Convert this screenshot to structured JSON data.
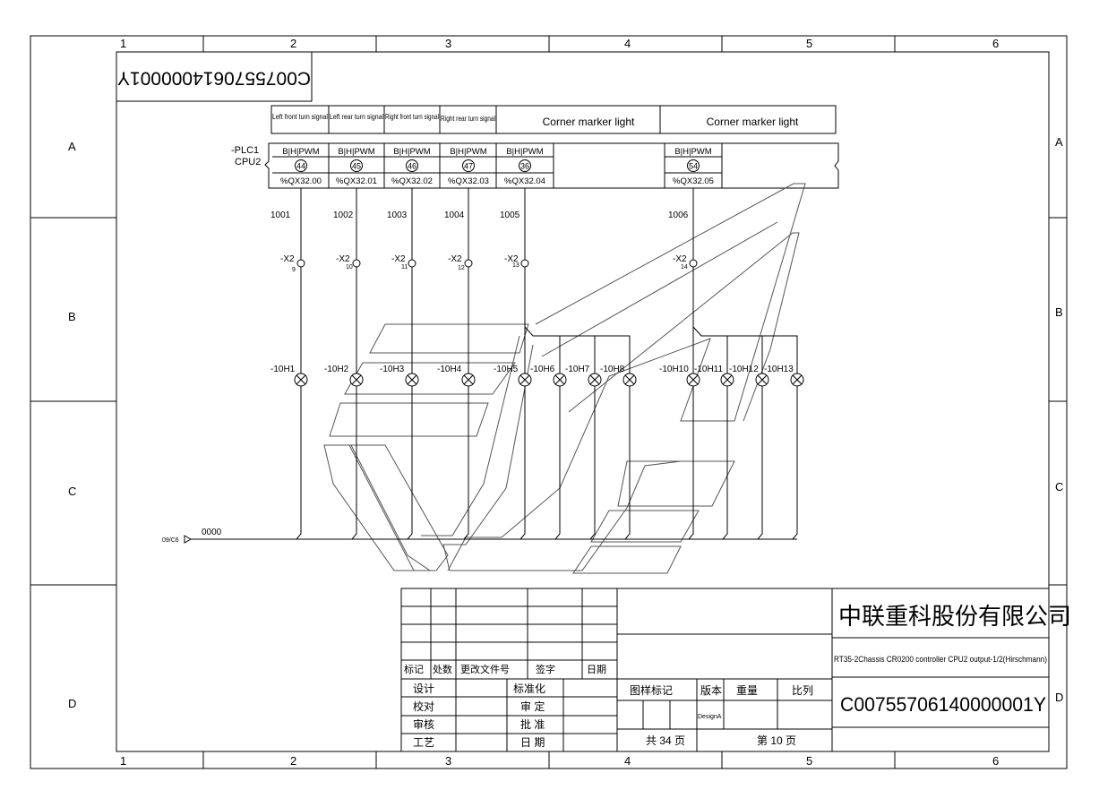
{
  "frame": {
    "col_numbers": [
      "1",
      "2",
      "3",
      "4",
      "5",
      "6"
    ],
    "row_letters": [
      "A",
      "B",
      "C",
      "D"
    ]
  },
  "stamp_mirrored": "C0075570614000001Y",
  "plc": {
    "tag_line1": "-PLC1",
    "tag_line2": "CPU2",
    "function_labels": [
      "Left front turn signal",
      "Left rear turn signal",
      "Right front turn signal",
      "Right rear turn signal",
      "Corner marker light",
      "Corner marker light"
    ],
    "channels": [
      {
        "type": "B|H|PWM",
        "pin": "44",
        "address": "%QX32.00",
        "wire": "1001",
        "terminal": "-X2",
        "terminal_num": "9"
      },
      {
        "type": "B|H|PWM",
        "pin": "45",
        "address": "%QX32.01",
        "wire": "1002",
        "terminal": "-X2",
        "terminal_num": "10"
      },
      {
        "type": "B|H|PWM",
        "pin": "46",
        "address": "%QX32.02",
        "wire": "1003",
        "terminal": "-X2",
        "terminal_num": "11"
      },
      {
        "type": "B|H|PWM",
        "pin": "47",
        "address": "%QX32.03",
        "wire": "1004",
        "terminal": "-X2",
        "terminal_num": "12"
      },
      {
        "type": "B|H|PWM",
        "pin": "36",
        "address": "%QX32.04",
        "wire": "1005",
        "terminal": "-X2",
        "terminal_num": "13"
      },
      {
        "type": "B|H|PWM",
        "pin": "54",
        "address": "%QX32.05",
        "wire": "1006",
        "terminal": "-X2",
        "terminal_num": "14"
      }
    ]
  },
  "lamps": [
    "-10H1",
    "-10H2",
    "-10H3",
    "-10H4",
    "-10H5",
    "-10H6",
    "-10H7",
    "-10H8",
    "-10H10",
    "-10H11",
    "-10H12",
    "-10H13"
  ],
  "ground": {
    "ref": "09/C6",
    "wire": "0000"
  },
  "title_block": {
    "rev_headers": [
      "标记",
      "处数",
      "更改文件号",
      "签字",
      "日期"
    ],
    "approval_left": [
      "设计",
      "校对",
      "审核",
      "工艺"
    ],
    "approval_right": [
      "标准化",
      "审 定",
      "批 准",
      "日 期"
    ],
    "company": "中联重科股份有限公司",
    "description": "RT35-2Chassis CR0200 controller CPU2 output-1/2(Hirschmann)",
    "meta_headers": [
      "图样标记",
      "版本",
      "重量",
      "比列"
    ],
    "version": "DesignA",
    "total_pages": "共 34 页",
    "page": "第 10 页",
    "drawing_number": "C00755706140000001Y"
  }
}
